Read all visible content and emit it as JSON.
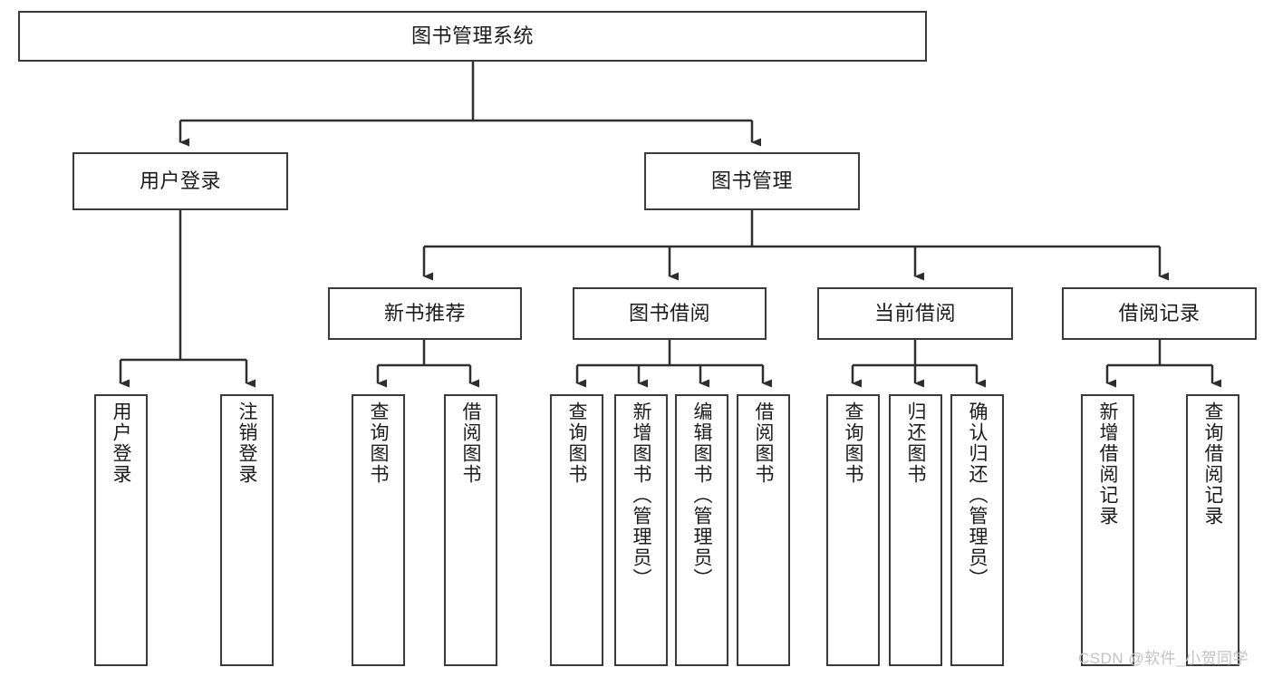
{
  "diagram": {
    "type": "tree",
    "title": "图书管理系统",
    "root": {
      "label": "图书管理系统"
    },
    "level2": [
      {
        "label": "用户登录"
      },
      {
        "label": "图书管理"
      }
    ],
    "level3": [
      {
        "label": "新书推荐"
      },
      {
        "label": "图书借阅"
      },
      {
        "label": "当前借阅"
      },
      {
        "label": "借阅记录"
      }
    ],
    "leaves": {
      "user_login": [
        {
          "label": "用户登录"
        },
        {
          "label": "注销登录"
        }
      ],
      "new_book_recommend": [
        {
          "label": "查询图书"
        },
        {
          "label": "借阅图书"
        }
      ],
      "book_borrow": [
        {
          "label": "查询图书"
        },
        {
          "label": "新增图书（管理员）"
        },
        {
          "label": "编辑图书（管理员）"
        },
        {
          "label": "借阅图书"
        }
      ],
      "current_borrow": [
        {
          "label": "查询图书"
        },
        {
          "label": "归还图书"
        },
        {
          "label": "确认归还（管理员）"
        }
      ],
      "borrow_record": [
        {
          "label": "新增借阅记录"
        },
        {
          "label": "查询借阅记录"
        }
      ]
    }
  },
  "watermark": {
    "text": "CSDN @软件_小贺同学"
  },
  "colors": {
    "border": "#3a3a3a",
    "text": "#1b1b1b",
    "background": "#ffffff",
    "watermark": "#c2c2c2"
  }
}
